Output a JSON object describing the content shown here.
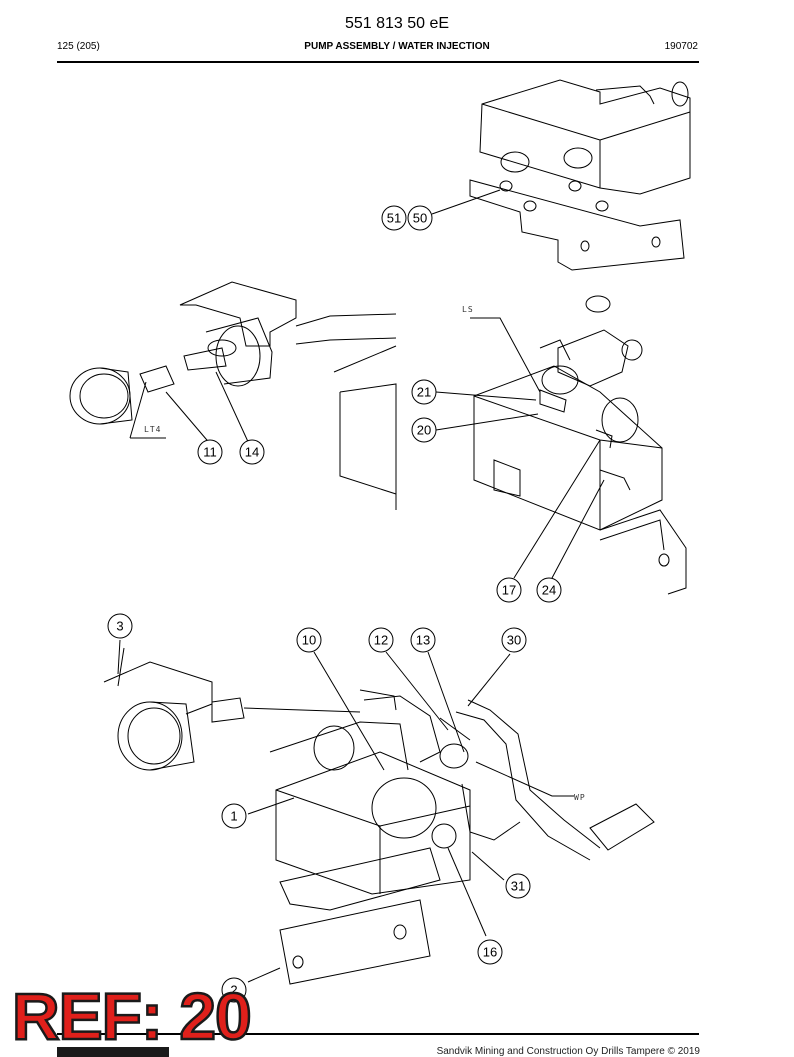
{
  "header": {
    "doc_number": "551 813 50 eE",
    "page": "125 (205)",
    "title": "PUMP ASSEMBLY / WATER INJECTION",
    "date": "190702"
  },
  "callouts": [
    "51",
    "50",
    "21",
    "20",
    "11",
    "14",
    "17",
    "24",
    "3",
    "10",
    "12",
    "13",
    "30",
    "1",
    "31",
    "16",
    "2"
  ],
  "notes": [
    "LS",
    "LT4",
    "WP"
  ],
  "stamp": "REF: 20",
  "footer": {
    "text": "Sandvik Mining and Construction Oy Drills Tampere © 2019"
  },
  "colors": {
    "stamp": "#e0201b",
    "line": "#000000"
  }
}
